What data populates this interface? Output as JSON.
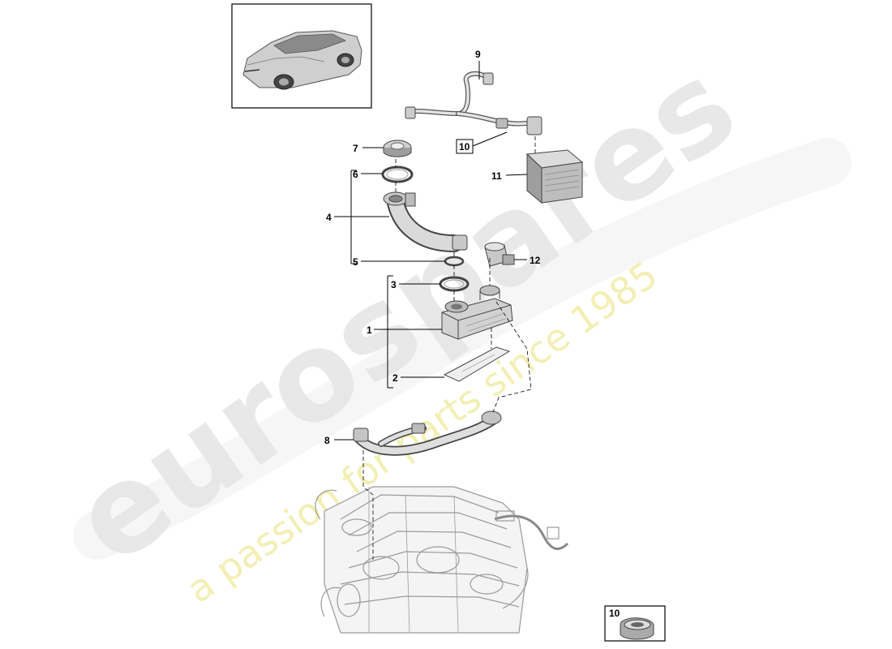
{
  "diagram": {
    "callouts": [
      {
        "id": "1",
        "label": "1"
      },
      {
        "id": "2",
        "label": "2"
      },
      {
        "id": "3",
        "label": "3"
      },
      {
        "id": "4",
        "label": "4"
      },
      {
        "id": "5",
        "label": "5"
      },
      {
        "id": "6",
        "label": "6"
      },
      {
        "id": "7",
        "label": "7"
      },
      {
        "id": "8",
        "label": "8"
      },
      {
        "id": "9",
        "label": "9"
      },
      {
        "id": "10",
        "label": "10"
      },
      {
        "id": "11",
        "label": "11"
      },
      {
        "id": "12",
        "label": "12"
      }
    ],
    "detail_inset_label": "10"
  },
  "watermark": {
    "logo_text": "eurospares",
    "tagline": "a passion for parts since 1985",
    "logo_color": "#e6e6e6",
    "tagline_color": "#f2eeb0"
  },
  "colors": {
    "line": "#000000",
    "part_stroke": "#444444",
    "part_fill": "#e4e4e4",
    "part_shadow": "#bdbdbd",
    "engine_stroke": "#9a9a9a"
  },
  "icons": [
    "car-thumbnail-icon",
    "engine-block-icon",
    "hose-clip-icon"
  ]
}
